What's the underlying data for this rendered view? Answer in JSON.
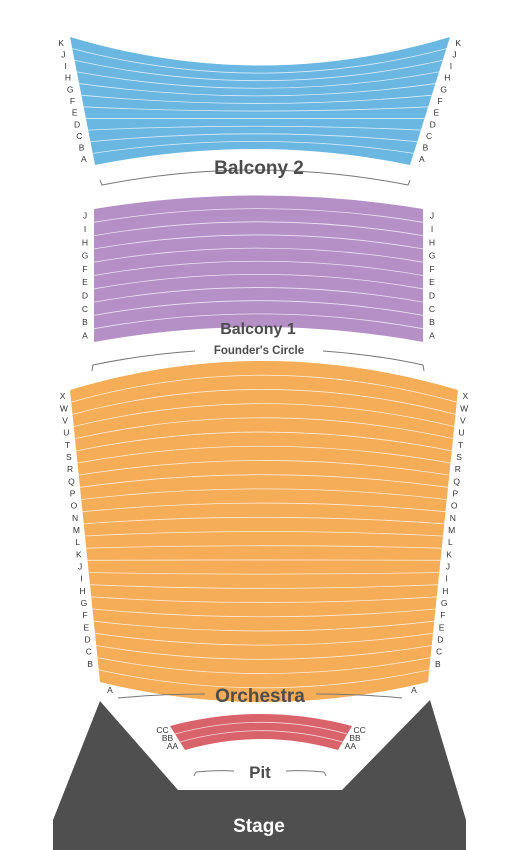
{
  "colors": {
    "balcony_2": "#6ab7e2",
    "balcony_1": "#b490c7",
    "orchestra": "#f5ad58",
    "pit": "#d9636a",
    "stage": "#4f4f4f",
    "label": "#4d4d4d"
  },
  "sections": {
    "balcony_2": {
      "label": "Balcony 2",
      "rows": [
        "K",
        "J",
        "I",
        "H",
        "G",
        "F",
        "E",
        "D",
        "C",
        "B",
        "A"
      ]
    },
    "balcony_1": {
      "label": "Balcony 1",
      "rows": [
        "J",
        "I",
        "H",
        "G",
        "F",
        "E",
        "D",
        "C",
        "B",
        "A"
      ]
    },
    "founders_circle": {
      "label": "Founder's Circle"
    },
    "orchestra": {
      "label": "Orchestra",
      "rows": [
        "X",
        "W",
        "V",
        "U",
        "T",
        "S",
        "R",
        "Q",
        "P",
        "O",
        "N",
        "M",
        "L",
        "K",
        "J",
        "I",
        "H",
        "G",
        "F",
        "E",
        "D",
        "C",
        "B",
        "A"
      ]
    },
    "pit": {
      "label": "Pit",
      "rows": [
        "CC",
        "BB",
        "AA"
      ]
    },
    "stage": {
      "label": "Stage"
    }
  }
}
